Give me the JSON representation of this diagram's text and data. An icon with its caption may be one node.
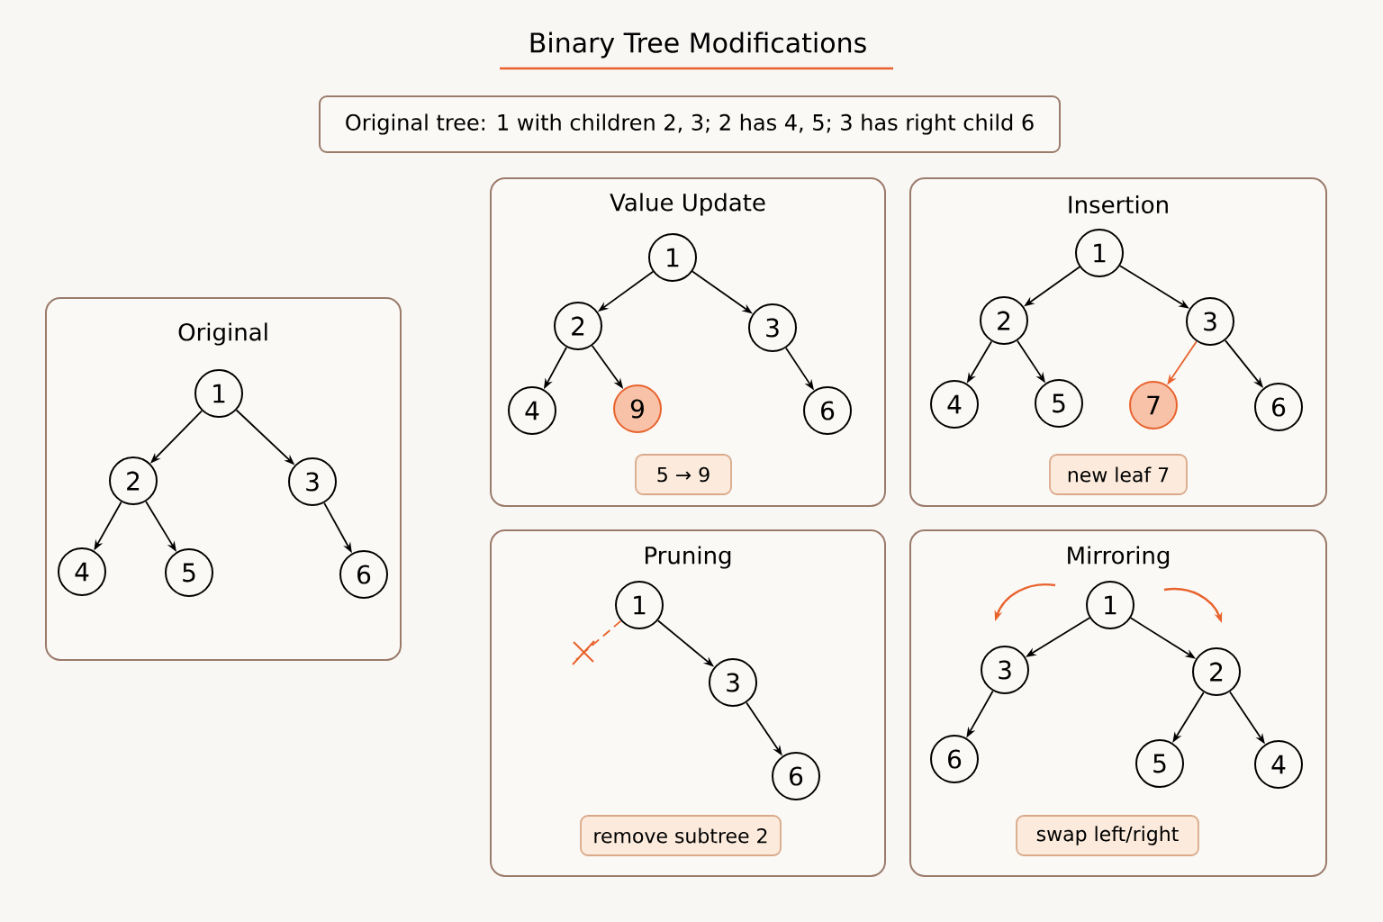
{
  "diagram": {
    "title": "Binary Tree Modifications",
    "nodes": [
      {
        "text": [
          "Original tree: 1 with children 2, 3; 2 has 4, 5; 3 has right child 6"
        ]
      },
      {
        "text": [
          "Original"
        ]
      },
      {
        "text": [
          "1"
        ],
        "in": 1
      },
      {
        "text": [
          "2"
        ],
        "in": 1
      },
      {
        "text": [
          "3"
        ],
        "in": 1
      },
      {
        "text": [
          "4"
        ],
        "in": 1
      },
      {
        "text": [
          "5"
        ],
        "in": 1
      },
      {
        "text": [
          "6"
        ],
        "in": 1
      },
      {
        "text": [
          "Value Update"
        ]
      },
      {
        "text": [
          "1"
        ],
        "in": 8
      },
      {
        "text": [
          "2"
        ],
        "in": 8
      },
      {
        "text": [
          "3"
        ],
        "in": 8
      },
      {
        "text": [
          "4"
        ],
        "in": 8
      },
      {
        "text": [
          "9"
        ],
        "in": 8
      },
      {
        "text": [
          "6"
        ],
        "in": 8
      },
      {
        "text": [
          "5 → 9"
        ],
        "in": 8
      },
      {
        "text": [
          "Insertion"
        ]
      },
      {
        "text": [
          "1"
        ],
        "in": 16
      },
      {
        "text": [
          "2"
        ],
        "in": 16
      },
      {
        "text": [
          "3"
        ],
        "in": 16
      },
      {
        "text": [
          "4"
        ],
        "in": 16
      },
      {
        "text": [
          "5"
        ],
        "in": 16
      },
      {
        "text": [
          "7"
        ],
        "in": 16
      },
      {
        "text": [
          "6"
        ],
        "in": 16
      },
      {
        "text": [
          "new leaf 7"
        ],
        "in": 16
      },
      {
        "text": [
          "Pruning"
        ]
      },
      {
        "text": [
          "1"
        ],
        "in": 25
      },
      {
        "text": [
          "3"
        ],
        "in": 25
      },
      {
        "text": [
          "6"
        ],
        "in": 25
      },
      {
        "text": [
          "remove subtree 2"
        ],
        "in": 25
      },
      {
        "text": [
          "Mirroring"
        ]
      },
      {
        "text": [
          "1"
        ],
        "in": 30
      },
      {
        "text": [
          "3"
        ],
        "in": 30
      },
      {
        "text": [
          "2"
        ],
        "in": 30
      },
      {
        "text": [
          "6"
        ],
        "in": 30
      },
      {
        "text": [
          "5"
        ],
        "in": 30
      },
      {
        "text": [
          "4"
        ],
        "in": 30
      },
      {
        "text": [
          "swap left/right"
        ],
        "in": 30
      }
    ],
    "edges": [
      {
        "from": 2,
        "to": 3,
        "arrow": "to"
      },
      {
        "from": 2,
        "to": 4,
        "arrow": "to"
      },
      {
        "from": 3,
        "to": 5,
        "arrow": "to"
      },
      {
        "from": 3,
        "to": 6,
        "arrow": "to"
      },
      {
        "from": 4,
        "to": 7,
        "arrow": "to"
      },
      {
        "from": 9,
        "to": 10,
        "arrow": "to"
      },
      {
        "from": 9,
        "to": 11,
        "arrow": "to"
      },
      {
        "from": 10,
        "to": 12,
        "arrow": "to"
      },
      {
        "from": 10,
        "to": 13,
        "arrow": "to"
      },
      {
        "from": 11,
        "to": 14,
        "arrow": "to"
      },
      {
        "from": 17,
        "to": 18,
        "arrow": "to"
      },
      {
        "from": 17,
        "to": 19,
        "arrow": "to"
      },
      {
        "from": 18,
        "to": 20,
        "arrow": "to"
      },
      {
        "from": 18,
        "to": 21,
        "arrow": "to"
      },
      {
        "from": 19,
        "to": 22,
        "arrow": "to",
        "color": "#e8622c"
      },
      {
        "from": 19,
        "to": 23,
        "arrow": "to"
      },
      {
        "from": 26,
        "to": null,
        "arrow": "none",
        "style": "dashed",
        "color": "#e8622c"
      },
      {
        "from": 26,
        "to": 27,
        "arrow": "to"
      },
      {
        "from": 27,
        "to": 28,
        "arrow": "to"
      },
      {
        "from": 31,
        "to": 32,
        "arrow": "to"
      },
      {
        "from": 31,
        "to": 33,
        "arrow": "to"
      },
      {
        "from": 32,
        "to": 34,
        "arrow": "to"
      },
      {
        "from": 33,
        "to": 35,
        "arrow": "to"
      },
      {
        "from": 33,
        "to": 36,
        "arrow": "to"
      }
    ]
  }
}
